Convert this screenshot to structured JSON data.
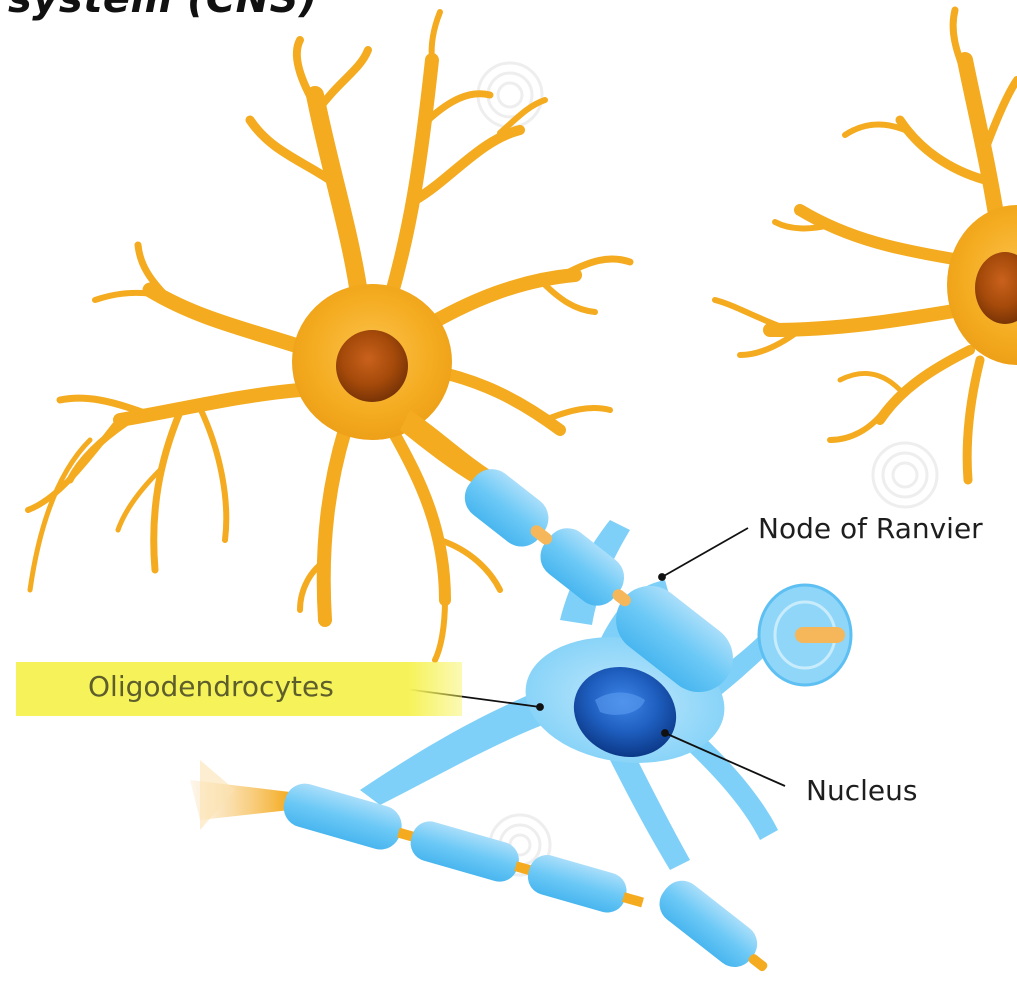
{
  "title": "system (CNS)",
  "labels": {
    "node_of_ranvier": "Node of Ranvier",
    "oligodendrocytes": "Oligodendrocytes",
    "nucleus": "Nucleus"
  },
  "colors": {
    "neuron": "#f4ab1f",
    "neuron_nucleus": "#a54a0a",
    "myelin": "#6cc9f6",
    "oligodendrocyte_nucleus": "#1f5fc0",
    "highlight": "#f6f35a",
    "watermark": "#e8e8e8"
  },
  "icons": [
    "watermark-spiral-icon"
  ]
}
